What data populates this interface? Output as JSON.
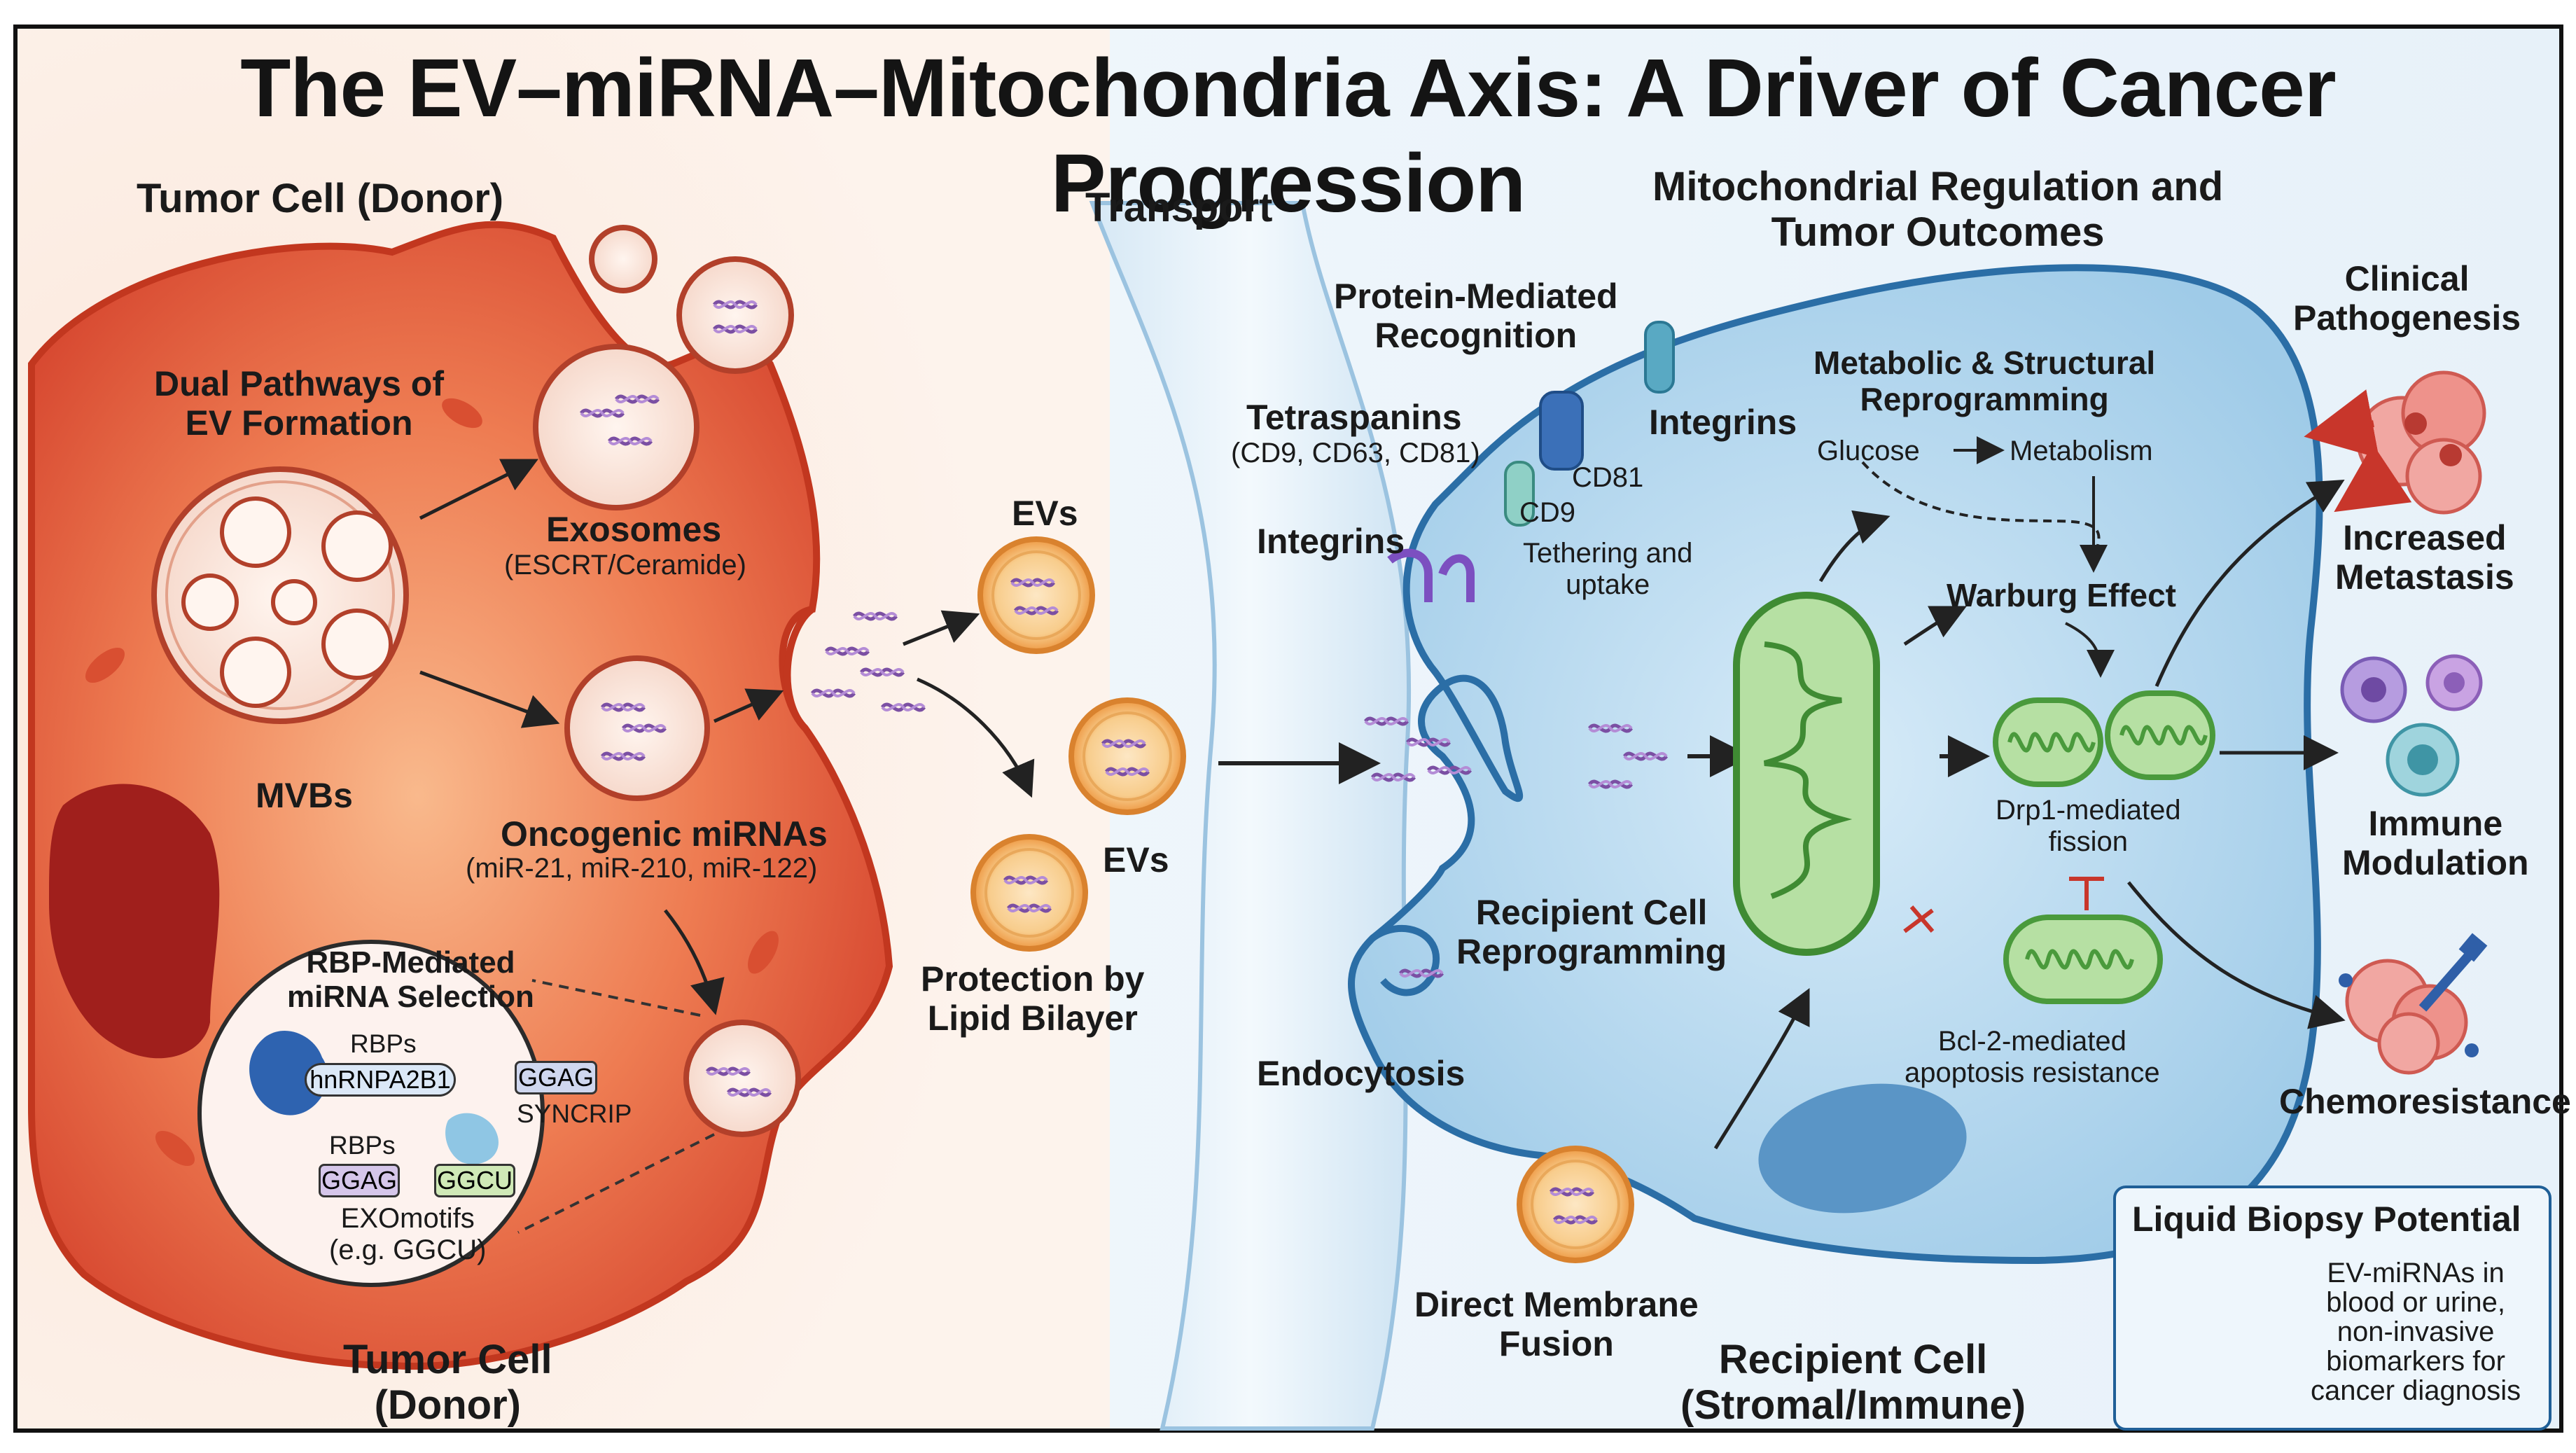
{
  "title": "The EV–miRNA–Mitochondria Axis: A Driver of Cancer Progression",
  "donor": {
    "header": "Tumor Cell (Donor)",
    "footer_line1": "Tumor Cell",
    "footer_line2": "(Donor)",
    "dual_pathways": [
      "Dual Pathways of",
      "EV Formation"
    ],
    "exosomes": "Exosomes",
    "exosomes_sub": "(ESCRT/Ceramide)",
    "mvbs": "MVBs",
    "oncogenic": "Oncogenic miRNAs",
    "oncogenic_sub": "(miR-21, miR-210, miR-122)",
    "rbp_title": [
      "RBP-Mediated",
      "miRNA Selection"
    ],
    "rbps_1": "RBPs",
    "hnrnpa2b1": "hnRNPA2B1",
    "ggag_1": "GGAG",
    "syncrip": "SYNCRIP",
    "rbps_2": "RBPs",
    "ggag_2": "GGAG",
    "ggcu": "GGCU",
    "exomotifs": [
      "EXOmotifs",
      "(e.g. GGCU)"
    ]
  },
  "transport": {
    "header": "Transport",
    "evs_top": "EVs",
    "evs_mid": "EVs",
    "protection": [
      "Protection by",
      "Lipid Bilayer"
    ]
  },
  "recipient": {
    "header": [
      "Mitochondrial Regulation and",
      "Tumor Outcomes"
    ],
    "footer": [
      "Recipient Cell",
      "(Stromal/Immune)"
    ],
    "protein_recognition": [
      "Protein-Mediated",
      "Recognition"
    ],
    "tetraspanins": "Tetraspanins",
    "tetraspanins_sub": "(CD9, CD63, CD81)",
    "integrins_top": "Integrins",
    "integrins_left": "Integrins",
    "cd81": "CD81",
    "cd9": "CD9",
    "tethering": [
      "Tethering and",
      "uptake"
    ],
    "metabolic": [
      "Metabolic & Structural",
      "Reprogramming"
    ],
    "glucose": "Glucose",
    "metabolism": "Metabolism",
    "warburg": "Warburg Effect",
    "drp1": [
      "Drp1-mediated",
      "fission"
    ],
    "bcl2": [
      "Bcl-2-mediated",
      "apoptosis resistance"
    ],
    "reprogramming": [
      "Recipient Cell",
      "Reprogramming"
    ],
    "endocytosis": "Endocytosis",
    "fusion": [
      "Direct Membrane",
      "Fusion"
    ]
  },
  "clinical": {
    "header": [
      "Clinical",
      "Pathogenesis"
    ],
    "metastasis": [
      "Increased",
      "Metastasis"
    ],
    "immune": [
      "Immune",
      "Modulation"
    ],
    "chemo": "Chemoresistance"
  },
  "biopsy": {
    "title": "Liquid Biopsy Potential",
    "text": [
      "EV-miRNAs in",
      "blood or urine,",
      "non-invasive",
      "biomarkers for",
      "cancer diagnosis"
    ]
  },
  "colors": {
    "tumor": "#e05a3c",
    "recipient": "#9ccbea",
    "mitochondria": "#7cc36a",
    "ev": "#f2a04e",
    "mirna": "#7b4fa3"
  }
}
